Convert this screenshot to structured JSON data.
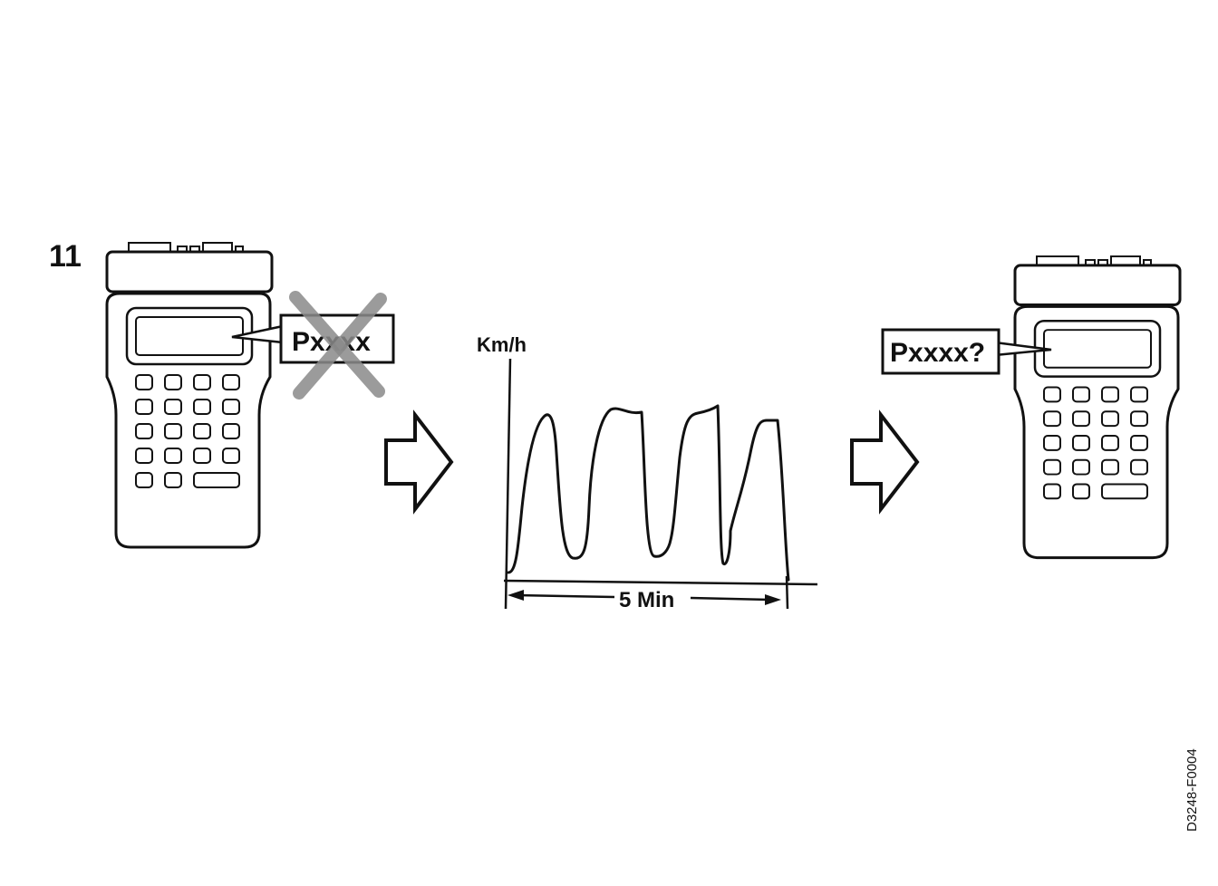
{
  "step_number": "11",
  "before": {
    "device": "handheld-diagnostic-scanner",
    "fault_code": "Pxxxx",
    "code_status": "crossed-out"
  },
  "arrow_icon": "hollow-right-arrow",
  "drive_cycle": {
    "y_axis_label": "Km/h",
    "duration_label": "5 Min"
  },
  "after": {
    "device": "handheld-diagnostic-scanner",
    "fault_code": "Pxxxx?"
  },
  "figure_id": "D3248-F0004",
  "colors": {
    "ink": "#111111",
    "cross": "#8a8a8a",
    "paper": "#ffffff"
  }
}
